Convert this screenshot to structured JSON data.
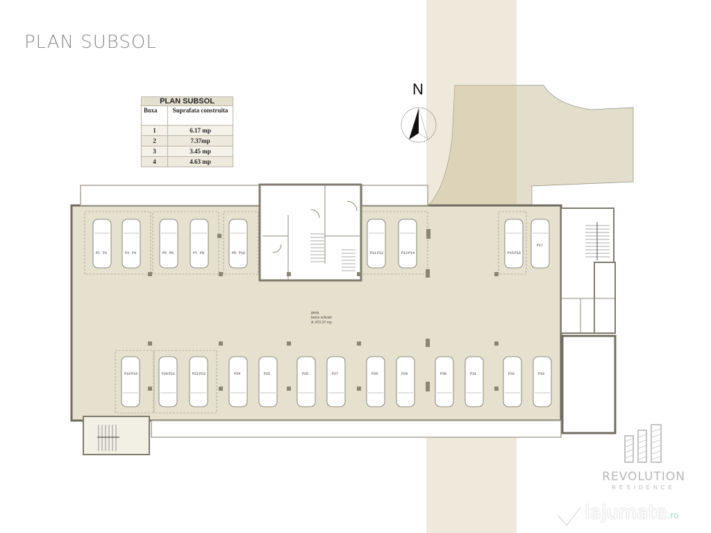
{
  "page": {
    "title": "PLAN SUBSOL"
  },
  "legend_table": {
    "title": "PLAN SUBSOL",
    "columns": [
      "Boxa",
      "Suprafata construita"
    ],
    "rows": [
      {
        "boxa": "1",
        "suprafata": "6.17 mp"
      },
      {
        "boxa": "2",
        "suprafata": "7.37mp"
      },
      {
        "boxa": "3",
        "suprafata": "3.45 mp"
      },
      {
        "boxa": "4",
        "suprafata": "4.63 mp"
      }
    ]
  },
  "compass": {
    "label": "N",
    "icon": "north-arrow-icon"
  },
  "floor_plan": {
    "garage_label": {
      "line1": "garaj",
      "line2": "beton sclivisit",
      "line3": "A: 872.07 mp"
    },
    "top_row_slots": [
      {
        "type": "stacked",
        "labels": [
          "P1",
          "P2"
        ]
      },
      {
        "type": "stacked",
        "labels": [
          "P3",
          "P4"
        ]
      },
      {
        "type": "stacked",
        "labels": [
          "P5",
          "P6"
        ]
      },
      {
        "type": "stacked",
        "labels": [
          "P7",
          "P8"
        ]
      },
      {
        "type": "stacked",
        "labels": [
          "P9",
          "P10"
        ]
      },
      {
        "type": "stacked",
        "labels": [
          "P11",
          "P12"
        ]
      },
      {
        "type": "stacked",
        "labels": [
          "P13",
          "P14"
        ]
      },
      {
        "type": "stacked",
        "labels": [
          "P15",
          "P16"
        ]
      },
      {
        "type": "single",
        "labels": [
          "P17"
        ]
      }
    ],
    "bottom_row_slots": [
      {
        "type": "stacked",
        "labels": [
          "P18",
          "P19"
        ]
      },
      {
        "type": "stacked",
        "labels": [
          "P20",
          "P21"
        ]
      },
      {
        "type": "stacked",
        "labels": [
          "P22",
          "P23"
        ]
      },
      {
        "type": "single",
        "labels": [
          "P24"
        ]
      },
      {
        "type": "single",
        "labels": [
          "P25"
        ]
      },
      {
        "type": "single",
        "labels": [
          "P26"
        ]
      },
      {
        "type": "single",
        "labels": [
          "P27"
        ]
      },
      {
        "type": "single",
        "labels": [
          "P28"
        ]
      },
      {
        "type": "single",
        "labels": [
          "P29"
        ]
      },
      {
        "type": "single",
        "labels": [
          "P30"
        ]
      },
      {
        "type": "single",
        "labels": [
          "P31"
        ]
      },
      {
        "type": "single",
        "labels": [
          "P32"
        ]
      },
      {
        "type": "single",
        "labels": [
          "P33"
        ]
      }
    ],
    "colors": {
      "floor": "#e4dfcc",
      "ramp_band": "#d3c6a3",
      "wall": "#7d7a6c",
      "exterior": "#ffffff",
      "road": "#e0dac5"
    }
  },
  "branding": {
    "name": "REVOLUTION",
    "subtitle": "RESIDENCE",
    "icon": "buildings-logo-icon"
  },
  "watermark": {
    "text": "lajumate",
    "tld": ".ro",
    "icon": "checkmark-logo-icon"
  }
}
